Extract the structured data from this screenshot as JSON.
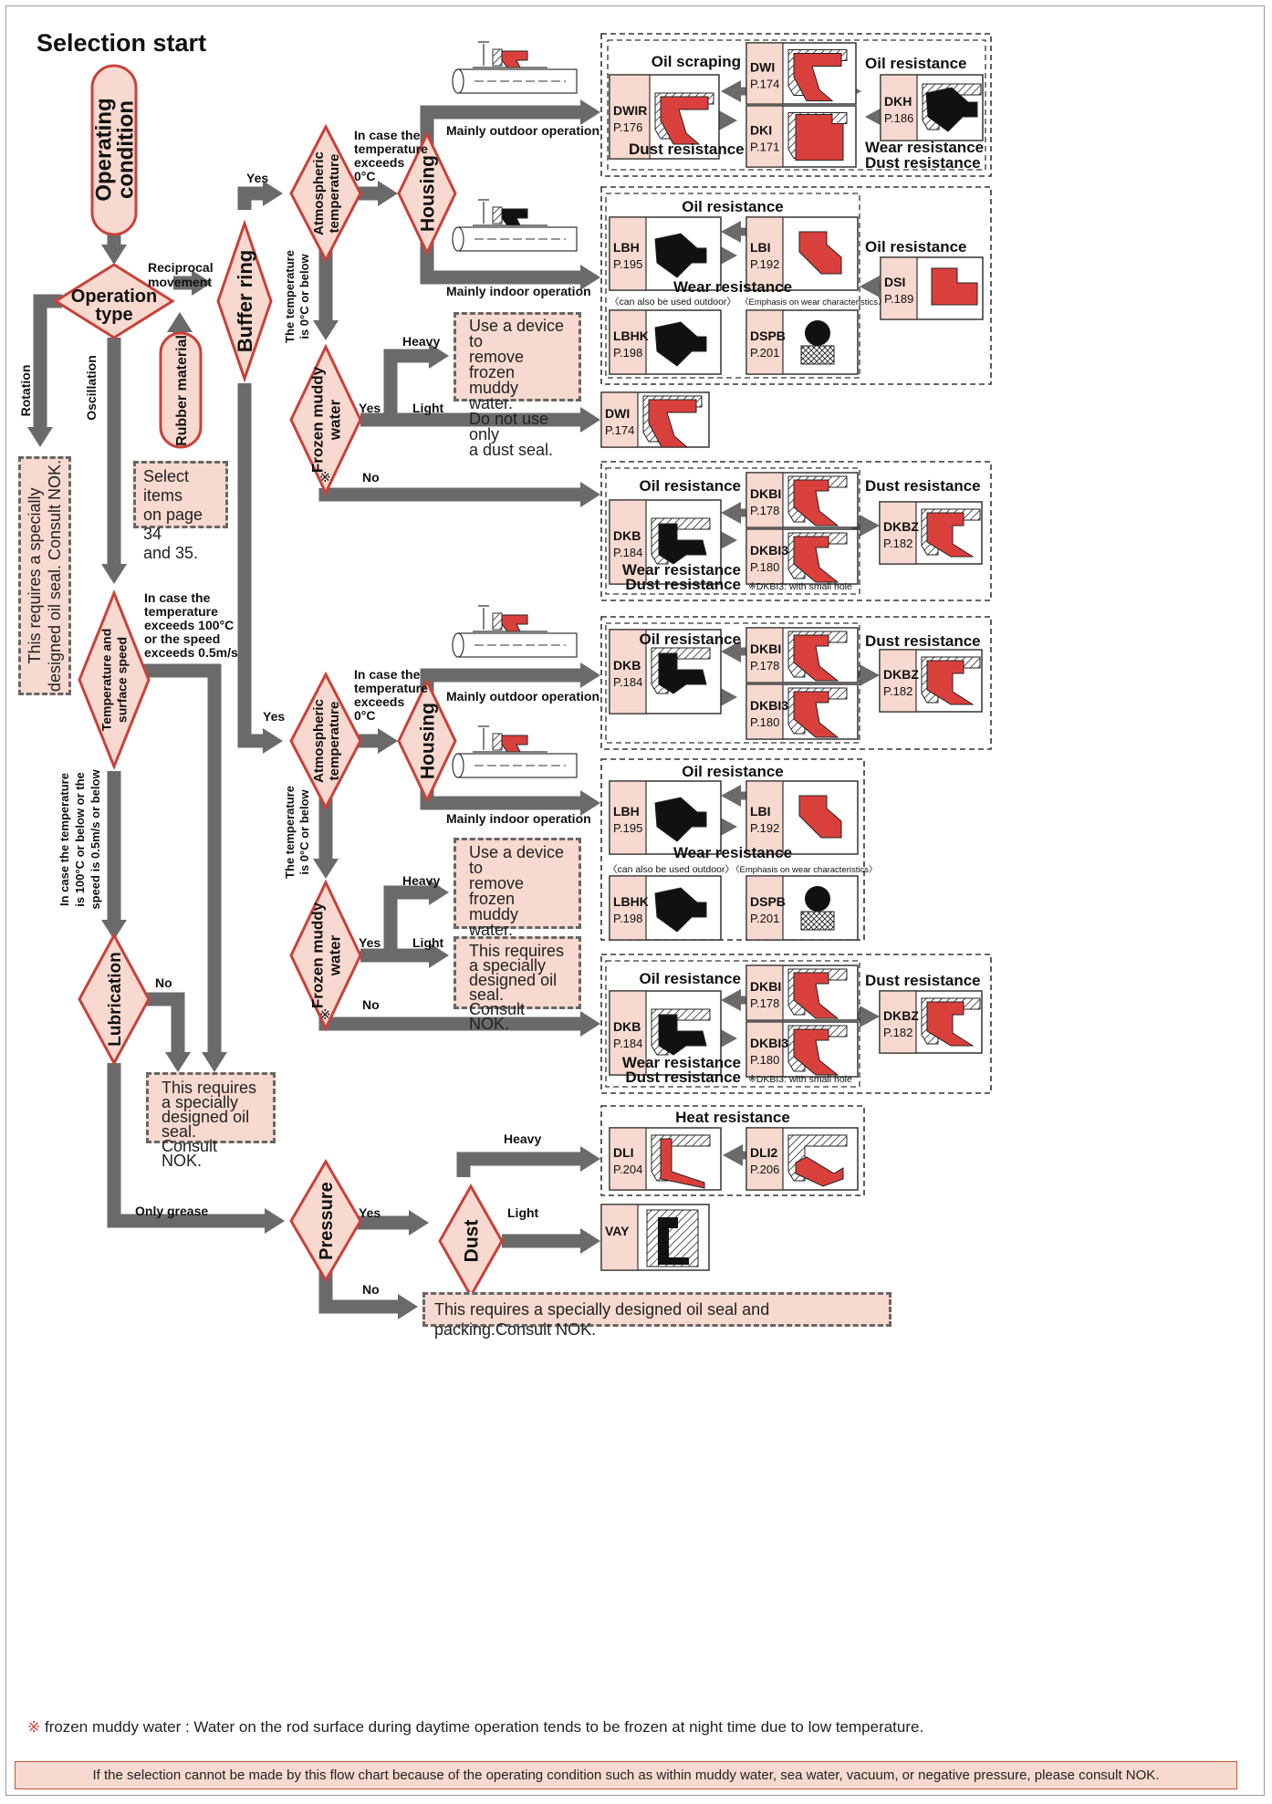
{
  "title": "Selection start",
  "nodes": {
    "operating_condition": [
      "Operating",
      "condition"
    ],
    "operation_type": [
      "Operation",
      "type"
    ],
    "buffer_ring": "Buffer ring",
    "rubber_material": "Rubber material",
    "temp_speed": [
      "Temperature and",
      "surface speed"
    ],
    "lubrication": "Lubrication",
    "atmospheric": [
      "Atmospheric",
      "temperature"
    ],
    "housing": "Housing",
    "frozen": [
      "Frozen muddy",
      "water"
    ],
    "frozen_mark": "※",
    "pressure": "Pressure",
    "dust": "Dust"
  },
  "labels": {
    "reciprocal": [
      "Reciprocal",
      "movement"
    ],
    "rotation": "Rotation",
    "oscillation": "Oscillation",
    "yes": "Yes",
    "no": "No",
    "heavy": "Heavy",
    "light": "Light",
    "temp_exceeds_0": [
      "In case the",
      "temperature",
      "exceeds",
      "0°C"
    ],
    "temp_below_0": [
      "The temperature",
      "is 0°C or below"
    ],
    "temp_exceeds_100": [
      "In case the",
      "temperature",
      "exceeds 100°C",
      "or the speed",
      "exceeds 0.5m/s"
    ],
    "temp_below_100": [
      "In case the temperature",
      "is 100°C or below or the",
      "speed is 0.5m/s or below"
    ],
    "mainly_outdoor": "Mainly outdoor operation",
    "mainly_indoor": "Mainly indoor operation",
    "only_grease": "Only grease"
  },
  "notes": {
    "rotation_note": [
      "This requires a specially",
      "designed oil seal. Consult NOK."
    ],
    "select_items": [
      "Select items",
      "on page 34",
      "and 35."
    ],
    "use_device": [
      "Use a device to",
      "remove frozen",
      "muddy water.",
      "Do not use only",
      "a dust seal."
    ],
    "special_3": [
      "This requires",
      "a specially",
      "designed oil seal.",
      "Consult NOK."
    ],
    "special_4": [
      "This requires",
      "a specially",
      "designed oil seal.",
      "Consult NOK."
    ],
    "seal_packing": "This requires a specially designed oil seal and packing.Consult NOK."
  },
  "groups": {
    "oil_scraping": "Oil scraping",
    "oil_resistance": "Oil resistance",
    "dust_resistance": "Dust resistance",
    "wear_resistance": "Wear resistance",
    "wear_dust": [
      "Wear resistance",
      "Dust resistance"
    ],
    "heat_resistance": "Heat resistance",
    "outdoor_hint": "〈can also be used outdoor〉",
    "wear_hint": "〈Emphasis on wear characteristics〉",
    "dkbi3_hint": "※DKBI3: with small hole"
  },
  "products": {
    "DWIR": {
      "name": "DWIR",
      "page": "P.176"
    },
    "DWI": {
      "name": "DWI",
      "page": "P.174"
    },
    "DKI": {
      "name": "DKI",
      "page": "P.171"
    },
    "DKH": {
      "name": "DKH",
      "page": "P.186"
    },
    "LBH": {
      "name": "LBH",
      "page": "P.195"
    },
    "LBI": {
      "name": "LBI",
      "page": "P.192"
    },
    "DSI": {
      "name": "DSI",
      "page": "P.189"
    },
    "LBHK": {
      "name": "LBHK",
      "page": "P.198"
    },
    "DSPB": {
      "name": "DSPB",
      "page": "P.201"
    },
    "DKB": {
      "name": "DKB",
      "page": "P.184"
    },
    "DKBI": {
      "name": "DKBI",
      "page": "P.178"
    },
    "DKBI3": {
      "name": "DKBI3",
      "page": "P.180"
    },
    "DKBZ": {
      "name": "DKBZ",
      "page": "P.182"
    },
    "DLI": {
      "name": "DLI",
      "page": "P.204"
    },
    "DLI2": {
      "name": "DLI2",
      "page": "P.206"
    },
    "VAY": {
      "name": "VAY",
      "page": ""
    }
  },
  "footnote_mark": "※",
  "footnote": " frozen muddy water : Water on the rod surface during daytime operation tends to be frozen at night time due to low temperature.",
  "footer": "If the selection cannot be made by this flow chart because of the operating condition such as within muddy water, sea water, vacuum, or negative pressure, please consult NOK.",
  "colors": {
    "node_fill": "#f7d9cf",
    "node_stroke": "#c9413a",
    "arrow": "#6a6a6a",
    "seal_red": "#d9403c"
  }
}
